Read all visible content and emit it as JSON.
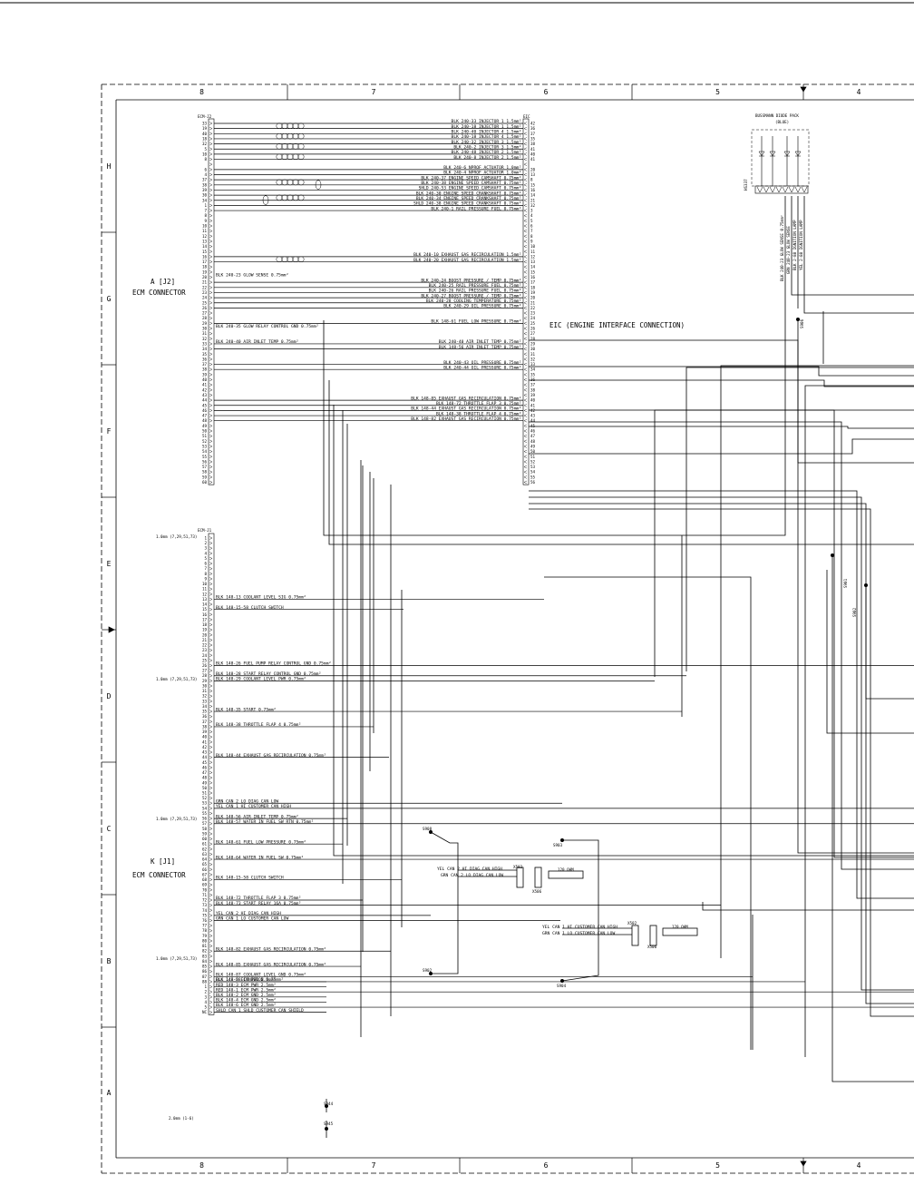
{
  "frame": {
    "columns": [
      "8",
      "7",
      "6",
      "5",
      "4"
    ],
    "rows": [
      "H",
      "G",
      "F",
      "E",
      "D",
      "C",
      "B",
      "A"
    ]
  },
  "j2": {
    "header_left": "ECM-J2",
    "header_right": "EIC",
    "title_line1": "A [J2]",
    "title_line2": "ECM CONNECTOR",
    "eic_label": "EIC (ENGINE INTERFACE CONNECTION)",
    "pins": [
      "33",
      "19",
      "40",
      "18",
      "32",
      "5",
      "10",
      "8",
      "",
      "6",
      "4",
      "37",
      "38",
      "39",
      "30",
      "34",
      "1",
      "7",
      "8",
      "9",
      "10",
      "11",
      "12",
      "13",
      "14",
      "15",
      "16",
      "17",
      "18",
      "19",
      "20",
      "21",
      "22",
      "23",
      "24",
      "25",
      "26",
      "27",
      "28",
      "29",
      "30",
      "31",
      "32",
      "33",
      "34",
      "35",
      "36",
      "37",
      "38",
      "39",
      "40",
      "41",
      "42",
      "43",
      "44",
      "45",
      "46",
      "47",
      "48",
      "49",
      "50",
      "51",
      "52",
      "53",
      "54",
      "55",
      "56",
      "57",
      "58",
      "59",
      "60"
    ],
    "eic_pins": [
      "42",
      "36",
      "37",
      "35",
      "38",
      "41",
      "40",
      "41",
      "",
      "20",
      "13",
      "8",
      "15",
      "16",
      "14",
      "21",
      "32",
      "3",
      "4",
      "5",
      "6",
      "7",
      "8",
      "9",
      "10",
      "11",
      "12",
      "13",
      "14",
      "15",
      "16",
      "17",
      "18",
      "19",
      "20",
      "21",
      "22",
      "23",
      "24",
      "25",
      "26",
      "27",
      "28",
      "29",
      "30",
      "31",
      "32",
      "33",
      "34",
      "35",
      "36",
      "37",
      "38",
      "39",
      "40",
      "41",
      "42",
      "43",
      "44",
      "45",
      "46",
      "47",
      "48",
      "49",
      "50",
      "51",
      "52",
      "53",
      "54",
      "55",
      "56"
    ],
    "wires_right": [
      {
        "text": "BLK 240-33 INJECTOR 1 1.5mm²",
        "pin_index": 0
      },
      {
        "text": "BLK 240-18 INJECTOR 1 1.5mm²",
        "pin_index": 1
      },
      {
        "text": "BLK 240-40 INJECTOR 4 1.5mm²",
        "pin_index": 2
      },
      {
        "text": "BLK 240-18 INJECTOR 4 1.5mm²",
        "pin_index": 3
      },
      {
        "text": "BLK 240-32 INJECTOR 3 1.5mm²",
        "pin_index": 4
      },
      {
        "text": "BLK 240-2 INJECTOR 3 1.5mm²",
        "pin_index": 5
      },
      {
        "text": "BLK 240-48 INJECTOR 2 1.5mm²",
        "pin_index": 6
      },
      {
        "text": "BLK 240-8 INJECTOR 2 1.5mm²",
        "pin_index": 7
      },
      {
        "text": "BLK 240-6 NPROF ACTUATOR 1.0mm²",
        "pin_index": 9
      },
      {
        "text": "BLK 240-4 NPROF ACTUATOR 1.0mm²",
        "pin_index": 10
      },
      {
        "text": "BLK 240-37 ENGINE SPEED CAMSHAFT 0.75mm²",
        "pin_index": 11
      },
      {
        "text": "BLK 240-38 ENGINE SPEED CAMSHAFT 0.75mm²",
        "pin_index": 12
      },
      {
        "text": "SHLD 240-53 ENGINE SPEED CAMSHAFT 0.75mm²",
        "pin_index": 13
      },
      {
        "text": "BLK 240-30 ENGINE SPEED CRANKSHAFT 0.75mm²",
        "pin_index": 14
      },
      {
        "text": "BLK 240-34 ENGINE SPEED CRANKSHAFT 0.75mm²",
        "pin_index": 15
      },
      {
        "text": "SHLD 240-38 ENGINE SPEED CRANKSHAFT 0.75mm²",
        "pin_index": 16
      },
      {
        "text": "BLK 240-1 RAIL PRESSURE FUEL 0.75mm²",
        "pin_index": 17
      },
      {
        "text": "BLK 240-10 EXHAUST GAS RECIRCULATION 1.5mm²",
        "pin_index": 26
      },
      {
        "text": "BLK 240-20 EXHAUST GAS RECIRCULATION 1.5mm²",
        "pin_index": 27
      },
      {
        "text": "BLK 240-24 BOOST PRESSURE / TEMP 0.75mm²",
        "pin_index": 31
      },
      {
        "text": "BLK 240-25 RAIL PRESSURE FUEL 0.75mm²",
        "pin_index": 32
      },
      {
        "text": "BLK 240-26 RAIL PRESSURE FUEL 0.75mm²",
        "pin_index": 33
      },
      {
        "text": "BLK 240-27 BOOST PRESSURE / TEMP 0.75mm²",
        "pin_index": 34
      },
      {
        "text": "BLK 240-28 COOLING TEMPERATURE 0.75mm²",
        "pin_index": 35
      },
      {
        "text": "BLK 240-29 OIL PRESSURE 0.75mm²",
        "pin_index": 36
      },
      {
        "text": "BLK 148-61 FUEL LOW PRESSURE 0.75mm²",
        "pin_index": 39
      },
      {
        "text": "BLK 240-40 AIR INLET TEMP 0.75mm²",
        "pin_index": 43
      },
      {
        "text": "BLK 148-56 AIR INLET TEMP 0.75mm²",
        "pin_index": 44
      },
      {
        "text": "BLK 240-43 OIL PRESSURE 0.75mm²",
        "pin_index": 47
      },
      {
        "text": "BLK 240-44 OIL PRESSURE 0.75mm²",
        "pin_index": 48
      },
      {
        "text": "BLK 148-85 EXHAUST GAS RECIRCULATION 0.75mm²",
        "pin_index": 54
      },
      {
        "text": "BLK 148-72 THROTTLE FLAP 3 0.75mm²",
        "pin_index": 55
      },
      {
        "text": "BLK 148-44 EXHAUST GAS RECIRCULATION 0.75mm²",
        "pin_index": 56
      },
      {
        "text": "BLK 148-38 THROTTLE FLAP 4 0.75mm²",
        "pin_index": 57
      },
      {
        "text": "BLK 148-82 EXHAUST GAS RECIRCULATION 0.75mm²",
        "pin_index": 58
      }
    ],
    "wires_left": [
      {
        "text": "BLK 240-23 GLOW SENSE 0.75mm²",
        "pin_index": 30
      },
      {
        "text": "BLK 240-35 GLOW RELAY CONTROL GND 0.75mm²",
        "pin_index": 40
      },
      {
        "text": "BLK 240-40 AIR INLET TEMP 0.75mm²",
        "pin_index": 43
      }
    ]
  },
  "j1": {
    "header": "ECM-J1",
    "title_line1": "K [J1]",
    "title_line2": "ECM CONNECTOR",
    "refs": [
      "1.0mm (7,29,51,73)",
      "1.0mm (7,29,51,73)",
      "1.0mm (7,29,51,73)",
      "1.0mm (7,29,51,73)",
      "2.0mm (1-6)"
    ],
    "wires": [
      {
        "text": "BLK 148-13 COOLANT LEVEL SIG 0.75mm²",
        "pin": "13"
      },
      {
        "text": "BLK 148-15-58 CLUTCH SWITCH",
        "pin": "15"
      },
      {
        "text": "BLK 148-26 FUEL PUMP RELAY CONTROL GND 0.75mm²",
        "pin": "26"
      },
      {
        "text": "BLK 148-28 START RELAY CONTROL GND 0.75mm²",
        "pin": "28"
      },
      {
        "text": "BLK 148-29 COOLANT LEVEL PWR 0.75mm²",
        "pin": "29"
      },
      {
        "text": "BLK 148-35 START 0.75mm²",
        "pin": "35"
      },
      {
        "text": "BLK 148-38 THROTTLE FLAP 4 0.75mm²",
        "pin": "38"
      },
      {
        "text": "BLK 148-44 EXHAUST GAS RECIRCULATION 0.75mm²",
        "pin": "44"
      },
      {
        "text": "GRN CAN 2 LO DIAG CAN LOW",
        "pin": "53"
      },
      {
        "text": "YEL CAN 1 HI CUSTOMER CAN HIGH",
        "pin": "54"
      },
      {
        "text": "BLK 148-56 AIR INLET TEMP 0.75mm²",
        "pin": "56"
      },
      {
        "text": "BLK 148-57 WATER IN FUEL SW RTN 0.75mm²",
        "pin": "57"
      },
      {
        "text": "BLK 148-61 FUEL LOW PRESSURE 0.75mm²",
        "pin": "61"
      },
      {
        "text": "BLK 148-64 WATER IN FUEL SW 0.75mm²",
        "pin": "64"
      },
      {
        "text": "BLK 148-15-58 CLUTCH SWITCH",
        "pin": "68"
      },
      {
        "text": "BLK 148-72 THROTTLE FLAP 3 0.75mm²",
        "pin": "72"
      },
      {
        "text": "BLK 148-73 START RELAY 16A 0.75mm²",
        "pin": "73"
      },
      {
        "text": "YEL CAN 2 HI DIAG CAN HIGH",
        "pin": "75"
      },
      {
        "text": "GRN CAN 1 LO CUSTOMER CAN LOW",
        "pin": "76"
      },
      {
        "text": "BLK 148-82 EXHAUST GAS RECIRCULATION 0.75mm²",
        "pin": "82"
      },
      {
        "text": "BLK 148-85 EXHAUST GAS RECIRCULATION 0.75mm²",
        "pin": "85"
      },
      {
        "text": "BLK 148-87 COOLANT LEVEL GND 0.75mm²",
        "pin": "87"
      },
      {
        "text": "BLK 148-88 IGNITION 0.75mm²",
        "pin": "88"
      },
      {
        "text": "BLK 148-5 ECM PWR 2.5mm²",
        "pin": "5"
      },
      {
        "text": "RED 148-3 ECM PWR 2.5mm²",
        "pin": "3"
      },
      {
        "text": "RED 148-1 ECM PWR 2.5mm²",
        "pin": "1"
      },
      {
        "text": "BLK 148-2 ECM GND 2.5mm²",
        "pin": "2"
      },
      {
        "text": "BLK 148-4 ECM GND 2.5mm²",
        "pin": "4"
      },
      {
        "text": "BLK 148-6 ECM GND 2.5mm²",
        "pin": "6"
      },
      {
        "text": "SHLD CAN 1 SHLD CUSTOMER CAN SHIELD",
        "pin": "NC"
      }
    ]
  },
  "can": {
    "diag_hi": "YEL CAN 2 HI DIAG CAN HIGH",
    "diag_lo": "GRN CAN 2 LO DIAG CAN LOW",
    "cust_hi": "YEL CAN 1 HI CUSTOMER CAN HIGH",
    "cust_lo": "GRN CAN 1 LO CUSTOMER CAN LOW",
    "resistor1": "120 OHM",
    "resistor2": "120 OHM",
    "conn1": "X502",
    "conn1b": "X506",
    "conn2": "X502",
    "conn2b": "X506"
  },
  "splices": [
    "S908",
    "S903",
    "S902",
    "S904",
    "S944",
    "S945",
    "S906",
    "S901",
    "S902"
  ],
  "diode_pack": {
    "title_line1": "BUSSMANN DIODE PACK",
    "title_line2": "(BLUE)",
    "conn": "HS337",
    "wires": [
      "BLK 240-23 GLOW SENSE 0.75mm²",
      "GRN 240-23 GLOW SENSE",
      "BLK 2-88 IGNITION LAMP",
      "YEL 2-88 IGNITION LAMP"
    ]
  }
}
